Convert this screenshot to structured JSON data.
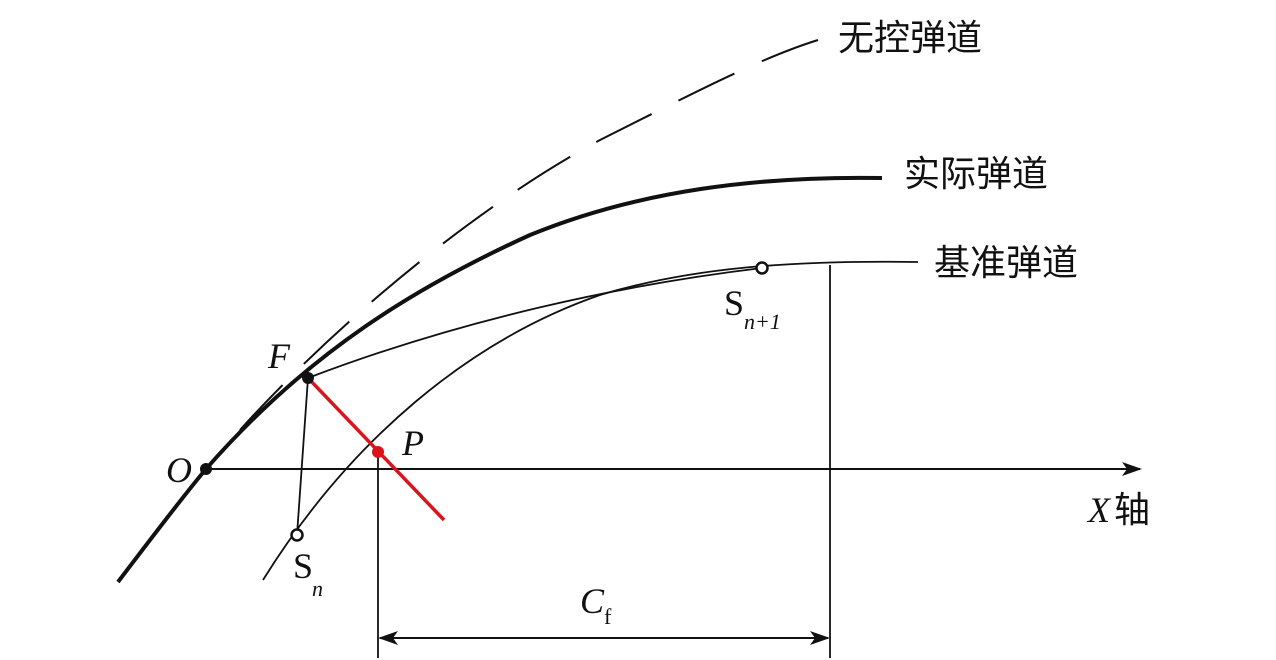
{
  "labels": {
    "uncontrolled": "无控弹道",
    "actual": "实际弹道",
    "reference": "基准弹道",
    "origin": "O",
    "point_f": "F",
    "point_p": "P",
    "s_main": "S",
    "s_n_sub": "n",
    "s_n1_sub": "n+1",
    "axis_var": "X",
    "axis_suffix": "轴",
    "c_main": "C",
    "c_sub": "f"
  },
  "colors": {
    "line": "#111111",
    "highlight": "#d8141c",
    "background": "#ffffff"
  }
}
